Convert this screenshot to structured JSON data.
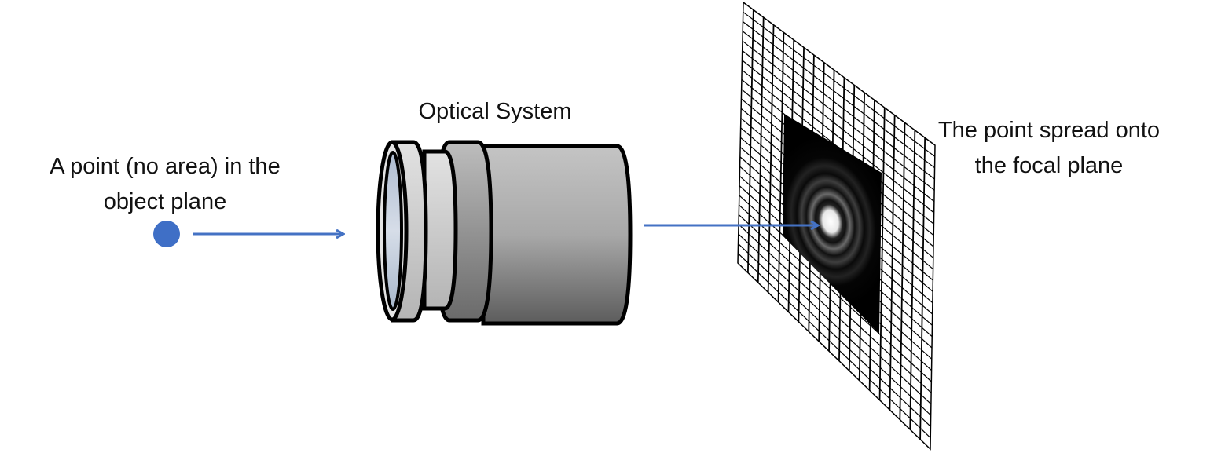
{
  "labels": {
    "object_point": [
      "A point (no area) in the",
      "object plane"
    ],
    "optical_system": "Optical System",
    "focal_plane": [
      "The point spread onto",
      "the focal plane"
    ]
  },
  "colors": {
    "arrow": "#4472C4",
    "point": "#3F6FC6",
    "psf_background": "#000000",
    "grid_line": "#000000"
  },
  "icons": [
    "point-source",
    "lens-barrel",
    "focal-plane-grid",
    "airy-disk"
  ]
}
